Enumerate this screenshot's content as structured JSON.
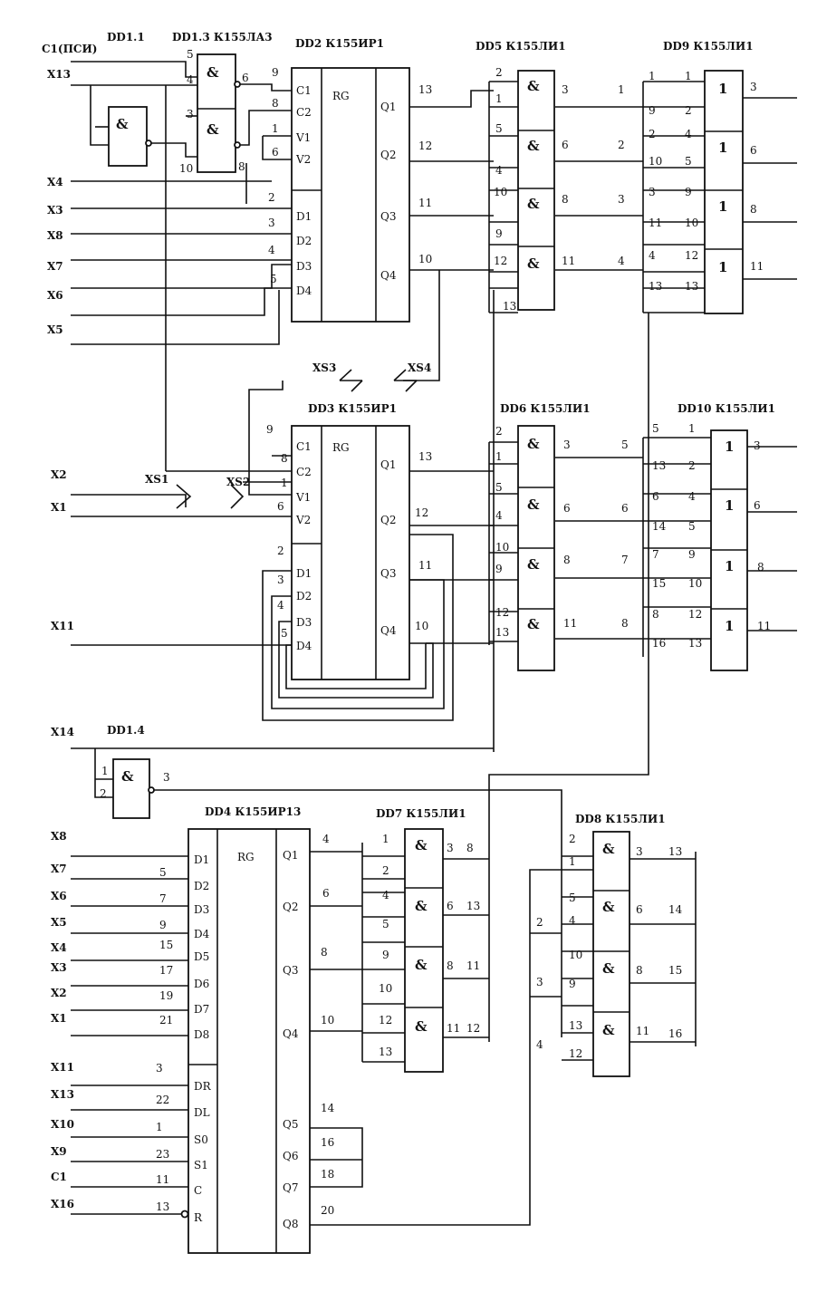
{
  "chips": {
    "dd1_1": "DD1.1",
    "dd1_3": "DD1.3 К155ЛА3",
    "dd1_4": "DD1.4",
    "dd2": "DD2 К155ИР1",
    "dd3": "DD3 К155ИР1",
    "dd4": "DD4 К155ИР13",
    "dd5": "DD5 К155ЛИ1",
    "dd6": "DD6 К155ЛИ1",
    "dd7": "DD7 К155ЛИ1",
    "dd8": "DD8 К155ЛИ1",
    "dd9": "DD9 К155ЛИ1",
    "dd10": "DD10 К155ЛИ1"
  },
  "symbols": {
    "and": "&",
    "or": "1",
    "register": "RG"
  },
  "inputs": {
    "c1_top": "C1(ПСИ)",
    "x13_top": "X13",
    "x4": "X4",
    "x3": "X3",
    "x8": "X8",
    "x7": "X7",
    "x6": "X6",
    "x5": "X5",
    "x2": "X2",
    "x1": "X1",
    "x11": "X11",
    "x14": "X14",
    "b_x8": "X8",
    "b_x7": "X7",
    "b_x6": "X6",
    "b_x5": "X5",
    "b_x4": "X4",
    "b_x3": "X3",
    "b_x2": "X2",
    "b_x1": "X1",
    "b_x11": "X11",
    "b_x13": "X13",
    "b_x10": "X10",
    "b_x9": "X9",
    "b_c1": "C1",
    "b_x16": "X16"
  },
  "connectors": {
    "xs1": "XS1",
    "xs2": "XS2",
    "xs3": "XS3",
    "xs4": "XS4"
  },
  "reg_pins": {
    "c1": "C1",
    "c2": "C2",
    "v1": "V1",
    "v2": "V2",
    "d1": "D1",
    "d2": "D2",
    "d3": "D3",
    "d4": "D4",
    "q1": "Q1",
    "q2": "Q2",
    "q3": "Q3",
    "q4": "Q4"
  },
  "dd4_pins": {
    "d1": "D1",
    "d2": "D2",
    "d3": "D3",
    "d4": "D4",
    "d5": "D5",
    "d6": "D6",
    "d7": "D7",
    "d8": "D8",
    "dr": "DR",
    "dl": "DL",
    "s0": "S0",
    "s1": "S1",
    "c": "C",
    "r": "R",
    "q1": "Q1",
    "q2": "Q2",
    "q3": "Q3",
    "q4": "Q4",
    "q5": "Q5",
    "q6": "Q6",
    "q7": "Q7",
    "q8": "Q8"
  },
  "pin_numbers": {
    "n1": "1",
    "n2": "2",
    "n3": "3",
    "n4": "4",
    "n5": "5",
    "n6": "6",
    "n7": "7",
    "n8": "8",
    "n9": "9",
    "n10": "10",
    "n11": "11",
    "n12": "12",
    "n13": "13",
    "n14": "14",
    "n15": "15",
    "n16": "16",
    "n17": "17",
    "n18": "18",
    "n19": "19",
    "n20": "20",
    "n21": "21",
    "n22": "22",
    "n23": "23"
  }
}
